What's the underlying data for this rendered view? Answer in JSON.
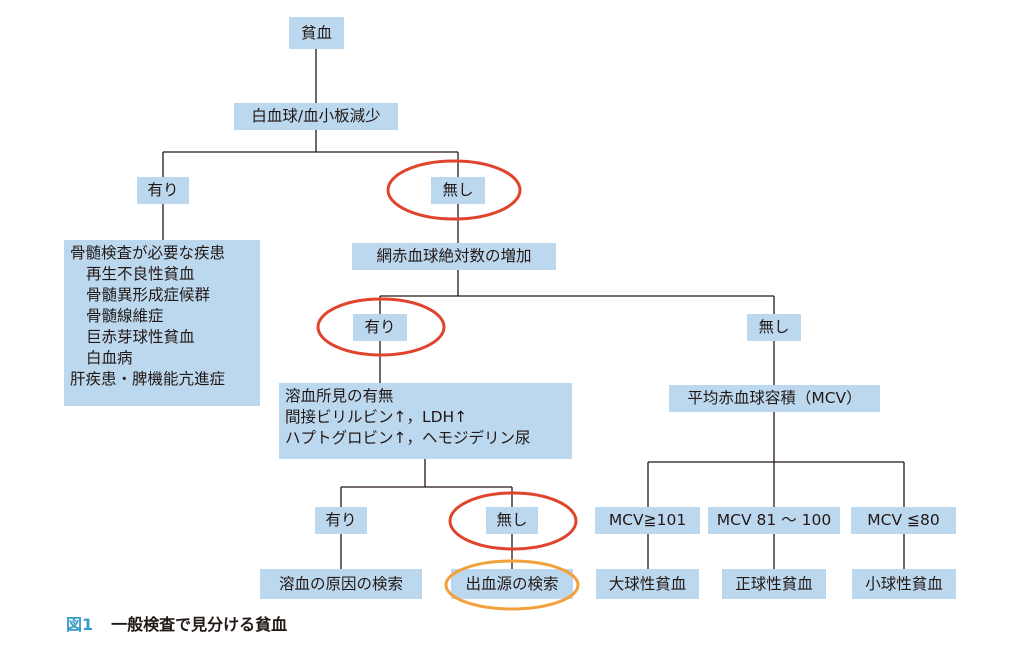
{
  "colors": {
    "box_fill": "#bcd8ef",
    "line": "#231815",
    "circle_red": "#e0442c",
    "circle_orange": "#f2a23c",
    "caption_accent": "#3a9bc8"
  },
  "nodes": {
    "anemia": "貧血",
    "wbc_plt": "白血球/血小板減少",
    "yes1": "有り",
    "no1": "無し",
    "marrow": [
      "骨髄検査が必要な疾患",
      "再生不良性貧血",
      "骨髄異形成症候群",
      "骨髄線維症",
      "巨赤芽球性貧血",
      "白血病",
      "肝疾患・脾機能亢進症"
    ],
    "retic": "網赤血球絶対数の増加",
    "yes2": "有り",
    "no2": "無し",
    "hemolysis": [
      "溶血所見の有無",
      "間接ビリルビン↑，LDH↑",
      "ハプトグロビン↑，ヘモジデリン尿"
    ],
    "mcv": "平均赤血球容積（MCV）",
    "yes3": "有り",
    "no3": "無し",
    "mcv_high": "MCV≧101",
    "mcv_mid": "MCV 81 ～ 100",
    "mcv_low": "MCV ≦80",
    "hemolysis_search": "溶血の原因の検索",
    "bleeding_search": "出血源の検索",
    "macro": "大球性貧血",
    "normo": "正球性貧血",
    "micro": "小球性貧血"
  },
  "caption": {
    "figure_label": "図1",
    "title": "一般検査で見分ける貧血"
  }
}
